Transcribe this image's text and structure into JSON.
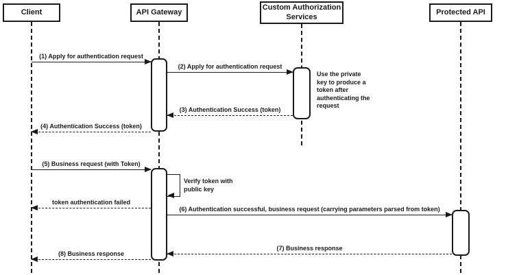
{
  "participants": [
    {
      "name": "Client"
    },
    {
      "name": "API Gateway"
    },
    {
      "name": "Custom Authorization Services"
    },
    {
      "name": "Protected API"
    }
  ],
  "messages": [
    {
      "label": "(1) Apply for authentication request",
      "from": "Client",
      "to": "API Gateway",
      "style": "solid"
    },
    {
      "label": "(2) Apply for authentication request",
      "from": "API Gateway",
      "to": "Custom Authorization Services",
      "style": "solid"
    },
    {
      "label": "(3) Authentication Success (token)",
      "from": "Custom Authorization Services",
      "to": "API Gateway",
      "style": "dashed"
    },
    {
      "label": "(4) Authentication Success (token)",
      "from": "API Gateway",
      "to": "Client",
      "style": "dashed"
    },
    {
      "label": "(5) Business request (with Token)",
      "from": "Client",
      "to": "API Gateway",
      "style": "solid"
    },
    {
      "label": "Verify token with public key",
      "from": "API Gateway",
      "to": "API Gateway",
      "style": "self"
    },
    {
      "label": "token authentication failed",
      "from": "API Gateway",
      "to": "Client",
      "style": "dashed"
    },
    {
      "label": "(6) Authentication successful, business request (carrying parameters parsed from token)",
      "from": "API Gateway",
      "to": "Protected API",
      "style": "solid"
    },
    {
      "label": "(7) Business response",
      "from": "Protected API",
      "to": "API Gateway",
      "style": "dashed"
    },
    {
      "label": "(8) Business response",
      "from": "API Gateway",
      "to": "Client",
      "style": "dashed"
    }
  ],
  "note": {
    "text": "Use the private key to produce a token after authenticating the request"
  },
  "colors": {
    "ink": "#1a1a1a",
    "background": "#ffffff"
  }
}
